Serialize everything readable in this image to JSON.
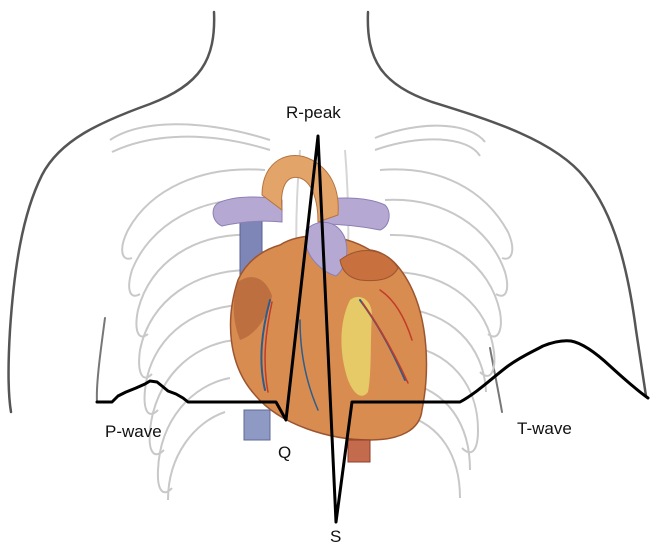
{
  "labels": {
    "r_peak": "R-peak",
    "p_wave": "P-wave",
    "q": "Q",
    "s": "S",
    "t_wave": "T-wave"
  },
  "colors": {
    "body_outline": "#555555",
    "ribs": "#cfcfcf",
    "heart_main": "#d98c4f",
    "heart_dark": "#a8553a",
    "aorta": "#e3a46a",
    "vessels_purple": "#a79bc8",
    "coronary_yellow": "#e7d06a",
    "coronary_blue": "#2c5d8c",
    "coronary_red": "#c23b2b",
    "ecg_trace": "#000000"
  }
}
